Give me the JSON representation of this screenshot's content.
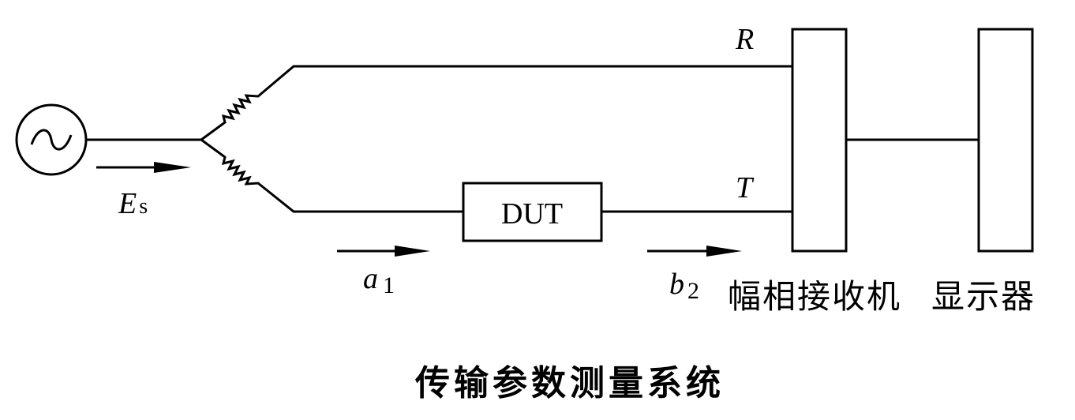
{
  "labels": {
    "source_signal": "E",
    "source_signal_sub": "s",
    "reference_port": "R",
    "test_port": "T",
    "dut": "DUT",
    "incident_wave": "a",
    "incident_wave_sub": "1",
    "transmitted_wave": "b",
    "transmitted_wave_sub": "2",
    "receiver": "幅相接收机",
    "display": "显示器"
  },
  "title": "传输参数测量系统"
}
